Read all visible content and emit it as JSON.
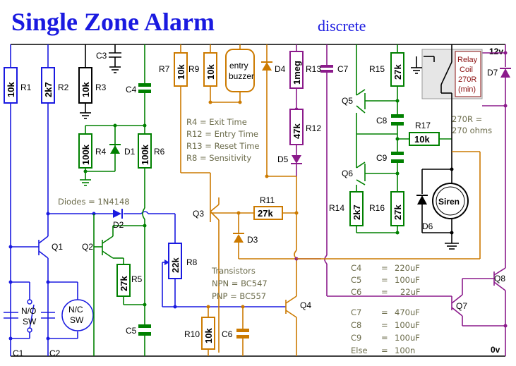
{
  "title": "Single Zone Alarm",
  "subtitle": "discrete",
  "rails": {
    "top": "12v",
    "bottom": "0v"
  },
  "notes": {
    "diodes": "Diodes = 1N4148",
    "timing": [
      "R4  = Exit Time",
      "R12 = Entry Time",
      "R13 = Reset Time",
      "R8  = Sensitivity"
    ],
    "transistors": [
      "Transistors",
      "NPN  =  BC547",
      "PNP  =  BC557"
    ],
    "relay_note": [
      "270R =",
      "270 ohms"
    ],
    "caps": [
      {
        "name": "C4",
        "value": "220uF"
      },
      {
        "name": "C5",
        "value": "100uF"
      },
      {
        "name": "C6",
        "value": "22uF"
      },
      {
        "name": "C7",
        "value": "470uF"
      },
      {
        "name": "C8",
        "value": "100uF"
      },
      {
        "name": "C9",
        "value": "100uF"
      },
      {
        "name": "Else",
        "value": "100n"
      }
    ]
  },
  "relay": {
    "lines": [
      "Relay",
      "Coil",
      "270R",
      "(min)"
    ]
  },
  "buzzer": {
    "lines": [
      "entry",
      "buzzer"
    ]
  },
  "siren": "Siren",
  "switches": {
    "no": [
      "N/O",
      "SW"
    ],
    "nc": [
      "N/C",
      "SW"
    ]
  },
  "resistors": [
    {
      "id": "r1",
      "ref": "R1",
      "value": "10k"
    },
    {
      "id": "r2",
      "ref": "R2",
      "value": "2k7"
    },
    {
      "id": "r3",
      "ref": "R3",
      "value": "10k"
    },
    {
      "id": "r4",
      "ref": "R4",
      "value": "100k"
    },
    {
      "id": "r5",
      "ref": "R5",
      "value": "27k"
    },
    {
      "id": "r6",
      "ref": "R6",
      "value": "100k"
    },
    {
      "id": "r7",
      "ref": "R7",
      "value": "10k"
    },
    {
      "id": "r8",
      "ref": "R8",
      "value": "22k"
    },
    {
      "id": "r9",
      "ref": "R9",
      "value": "10k"
    },
    {
      "id": "r10",
      "ref": "R10",
      "value": "10k"
    },
    {
      "id": "r11",
      "ref": "R11",
      "value": "27k"
    },
    {
      "id": "r12",
      "ref": "R12",
      "value": "47k"
    },
    {
      "id": "r13",
      "ref": "R13",
      "value": "1meg"
    },
    {
      "id": "r14",
      "ref": "R14",
      "value": "2k7"
    },
    {
      "id": "r15",
      "ref": "R15",
      "value": "27k"
    },
    {
      "id": "r16",
      "ref": "R16",
      "value": "27k"
    },
    {
      "id": "r17",
      "ref": "R17",
      "value": "10k"
    }
  ],
  "capacitor_refs": [
    "C1",
    "C2",
    "C3",
    "C4",
    "C5",
    "C6",
    "C7",
    "C8",
    "C9"
  ],
  "diode_refs": [
    "D1",
    "D2",
    "D3",
    "D4",
    "D5",
    "D6",
    "D7"
  ],
  "transistor_refs": [
    "Q1",
    "Q2",
    "Q3",
    "Q4",
    "Q5",
    "Q6",
    "Q7",
    "Q8"
  ],
  "colors": {
    "title": "#1a1ae0",
    "blue": "#1a1ae0",
    "green": "#008000",
    "orange": "#cc7a00",
    "purple": "#8b1a8b",
    "black": "#000000",
    "relay_fill": "#e6e6e6",
    "relay_text": "#8b1010",
    "note_text": "#6b6b4a"
  }
}
